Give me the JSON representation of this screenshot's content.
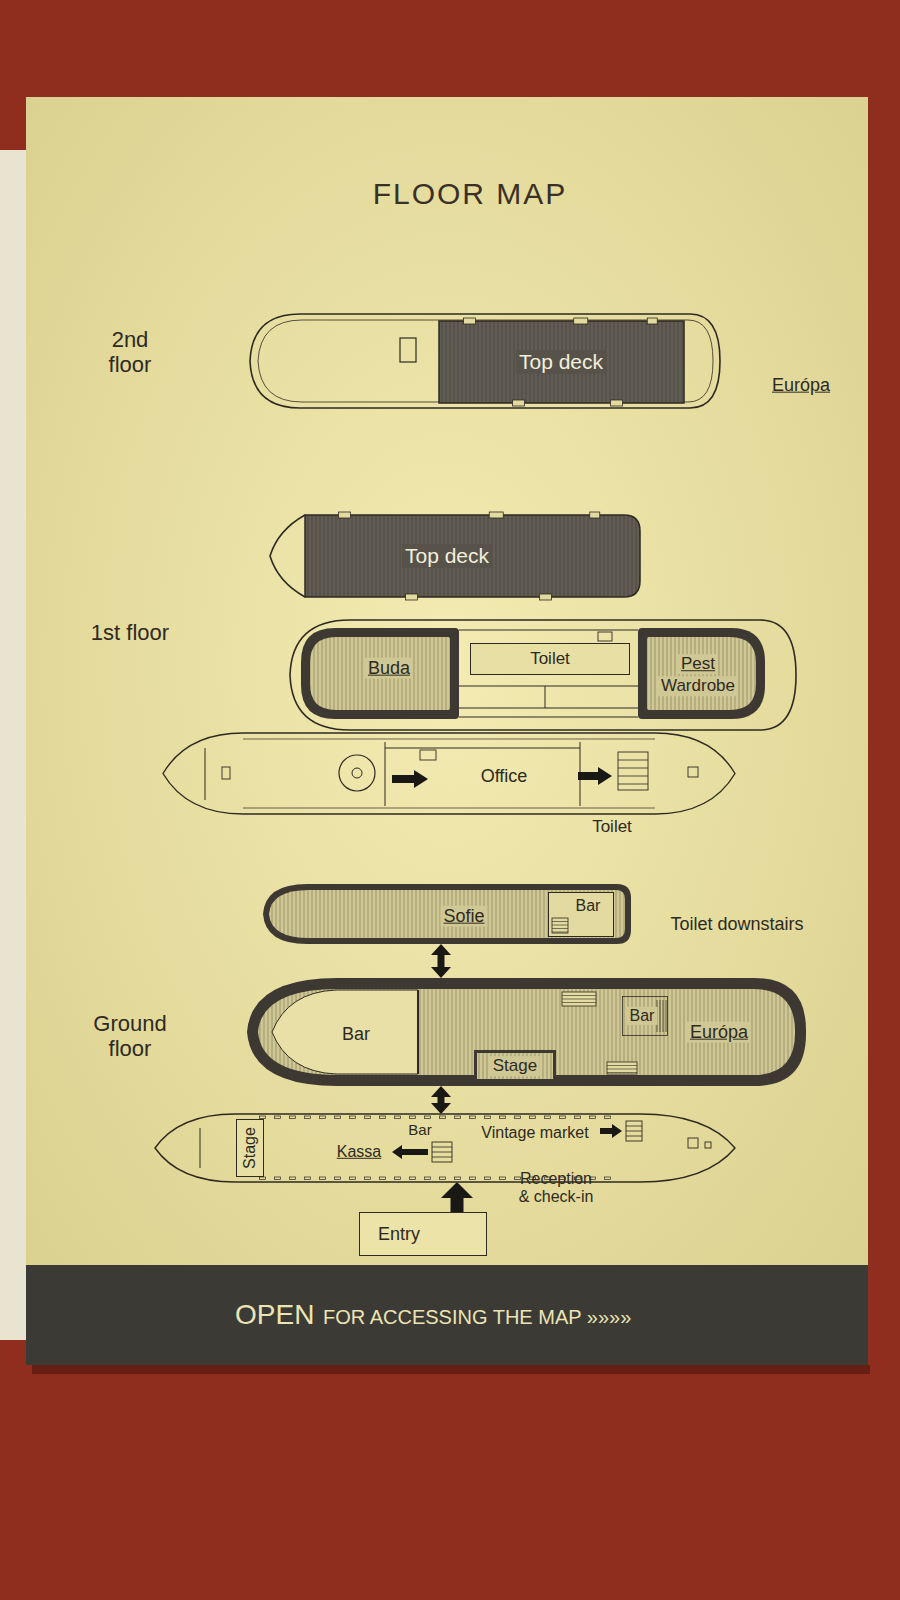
{
  "diagram": {
    "title": "FLOOR MAP",
    "nodes": [
      {
        "text": [
          "Top deck"
        ]
      },
      {
        "text": [
          "Top deck"
        ]
      },
      {
        "text": [
          "Buda"
        ]
      },
      {
        "text": [
          "Toilet"
        ]
      },
      {
        "text": [
          "Pest",
          "Wardrobe"
        ]
      },
      {
        "text": [
          "Office"
        ]
      },
      {
        "text": [
          "Sofie"
        ]
      },
      {
        "text": [
          "Bar"
        ],
        "in": 6
      },
      {
        "text": [
          "Európa"
        ]
      },
      {
        "text": [
          "Bar"
        ],
        "in": 8
      },
      {
        "text": [
          "Stage"
        ],
        "in": 8
      },
      {
        "text": [
          "Bar"
        ],
        "in": 8
      },
      {
        "text": [
          "Kassa",
          "Bar",
          "Vintage market",
          "Reception & check-in"
        ]
      },
      {
        "text": [
          "Stage"
        ],
        "in": 12
      },
      {
        "text": [
          "Entry"
        ]
      }
    ],
    "edges": [
      {
        "from": 6,
        "to": 8,
        "arrow": "both"
      },
      {
        "from": 8,
        "to": 12,
        "arrow": "both"
      },
      {
        "from": 14,
        "to": 12,
        "arrow": "to"
      }
    ],
    "labels": [
      "2nd floor",
      "Európa",
      "1st floor",
      "Toilet",
      "Toilet downstairs",
      "Ground floor",
      "OPEN",
      "FOR ACCESSING THE MAP »»»»"
    ]
  }
}
